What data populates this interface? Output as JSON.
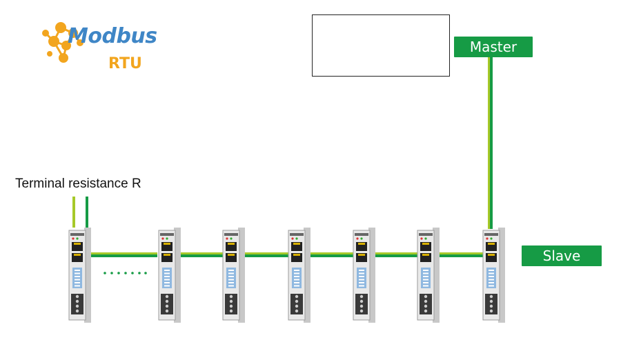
{
  "logo": {
    "name": "Modbus",
    "sub": "RTU"
  },
  "master": {
    "label": "Master",
    "devices": [
      "plc-icon",
      "laptop-icon"
    ]
  },
  "slave": {
    "label": "Slave",
    "count": 7
  },
  "terminal": {
    "label": "Terminal resistance R"
  },
  "colors": {
    "green": "#169b45",
    "yellow_green": "#a6c929",
    "logo_blue": "#3f86c6",
    "logo_orange": "#f2a51e"
  }
}
